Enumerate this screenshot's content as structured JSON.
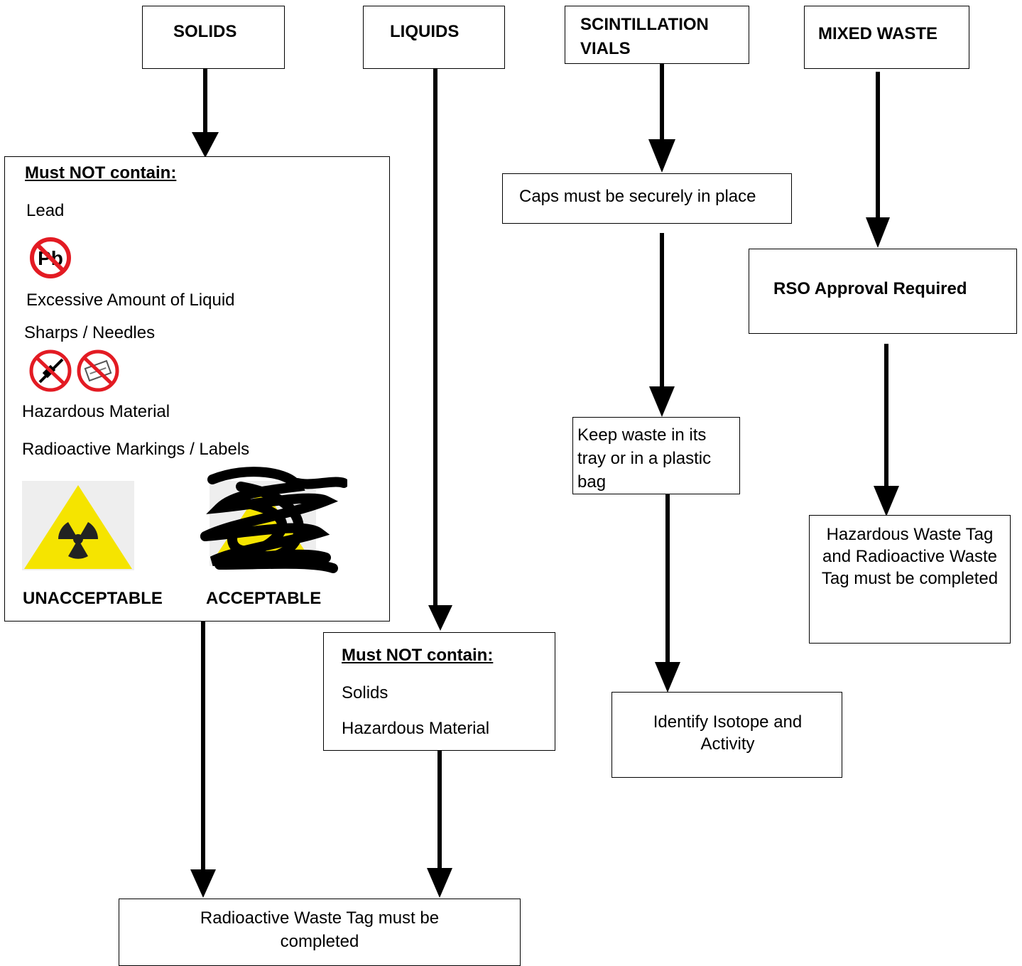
{
  "headers": {
    "solids": "SOLIDS",
    "liquids": "LIQUIDS",
    "scintillation": "SCINTILLATION VIALS",
    "mixed": "MIXED WASTE"
  },
  "solids_box": {
    "heading": "Must NOT contain:",
    "lead": "Lead",
    "lead_icon_text": "Pb",
    "liquid": "Excessive Amount of Liquid",
    "sharps": "Sharps / Needles",
    "hazardous": "Hazardous Material",
    "markings": "Radioactive Markings / Labels",
    "unacceptable": "UNACCEPTABLE",
    "acceptable": "ACCEPTABLE"
  },
  "liquids_box": {
    "heading": "Must NOT contain:",
    "solids": "Solids",
    "hazardous": "Hazardous Material"
  },
  "scint": {
    "caps": "Caps must be securely in place",
    "keep": "Keep waste in its tray or in a plastic bag",
    "identify": "Identify Isotope and Activity"
  },
  "mixed": {
    "rso": "RSO Approval Required",
    "tags": "Hazardous Waste Tag and Radioactive Waste Tag must be completed"
  },
  "final": "Radioactive Waste Tag must be completed",
  "colors": {
    "prohibition_red": "#e31b23",
    "radiation_yellow": "#f5e400"
  }
}
